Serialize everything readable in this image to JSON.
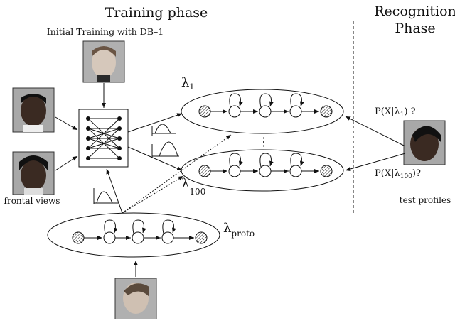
{
  "titles": {
    "training": "Training phase",
    "recognition_line1": "Recognition",
    "recognition_line2": "Phase"
  },
  "labels": {
    "initial_training": "Initial Training with DB–1",
    "frontal_views": "frontal views",
    "test_profiles": "test profiles",
    "lambda_symbol": "λ",
    "model_1_sub": "1",
    "model_100_sub": "100",
    "proto_sub": "proto",
    "ellipsis": "⋮"
  },
  "probabilities": {
    "p1_pre": "P(X|",
    "p1_sub": "1",
    "p1_post": ") ?",
    "p100_pre": "P(X|",
    "p100_sub": "100",
    "p100_post": ")?"
  },
  "images": {
    "initial_face": "frontal face photo",
    "frontal_face_1": "frontal face photo",
    "frontal_face_2": "frontal face photo",
    "profile_test": "profile face photo",
    "profile_proto": "profile face photo"
  },
  "colors": {
    "ink": "#111111",
    "photo_bg": "#9a9a9a",
    "skin_dark": "#3a2a22",
    "skin_light": "#c9b8a8"
  }
}
